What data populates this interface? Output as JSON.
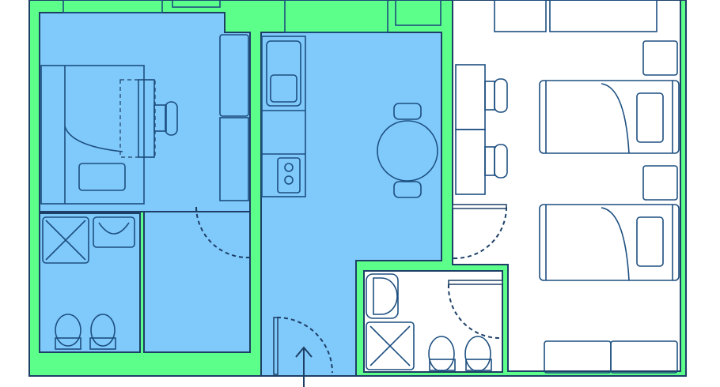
{
  "plan": {
    "colors": {
      "wall": "#5cff8a",
      "blue_room": "#80c9fb",
      "white_room": "#ffffff",
      "line": "#1d3f66"
    },
    "rooms": [
      "living-bedroom",
      "bathroom-left",
      "kitchen-hall",
      "bathroom-right",
      "bedroom-twin"
    ],
    "entrance_icon": "arrow-up-icon"
  }
}
